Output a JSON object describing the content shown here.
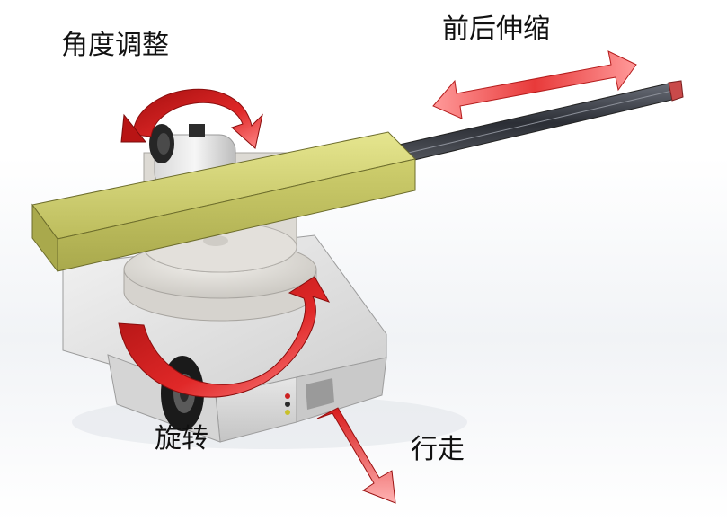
{
  "labels": {
    "angle_adjust": "角度调整",
    "telescopic": "前后伸缩",
    "rotate": "旋转",
    "travel": "行走"
  },
  "colors": {
    "arrow_red": "#d11f1f",
    "arm_beam": "#c8c86a",
    "chassis": "#dcdcdc",
    "turntable": "#e4e2de",
    "rail": "#3a3d44",
    "background": "#ffffff"
  }
}
